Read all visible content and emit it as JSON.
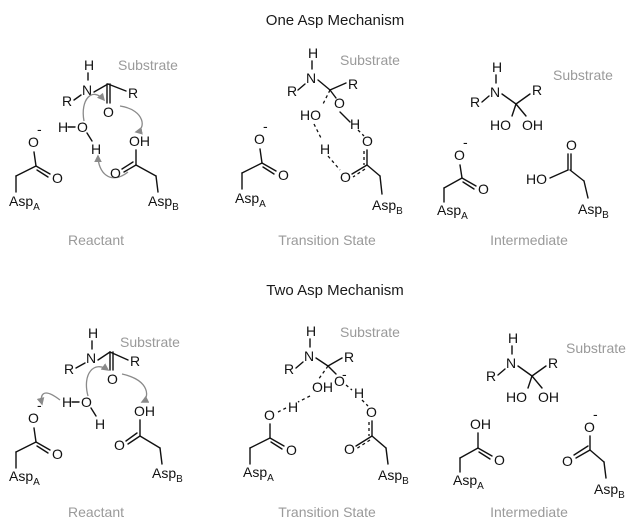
{
  "headings": {
    "one": "One Asp Mechanism",
    "two": "Two Asp Mechanism"
  },
  "captions": {
    "reactant": "Reactant",
    "transition_state": "Transition State",
    "intermediate": "Intermediate"
  },
  "labels": {
    "substrate": "Substrate",
    "asp": "Asp",
    "asp_a": "A",
    "asp_b": "B",
    "h": "H",
    "n": "N",
    "r": "R",
    "o": "O",
    "oh": "OH",
    "ho": "HO",
    "minus": "-"
  },
  "colors": {
    "text": "#111111",
    "muted": "#9a9a9a",
    "arrow": "#8a8a8a"
  }
}
